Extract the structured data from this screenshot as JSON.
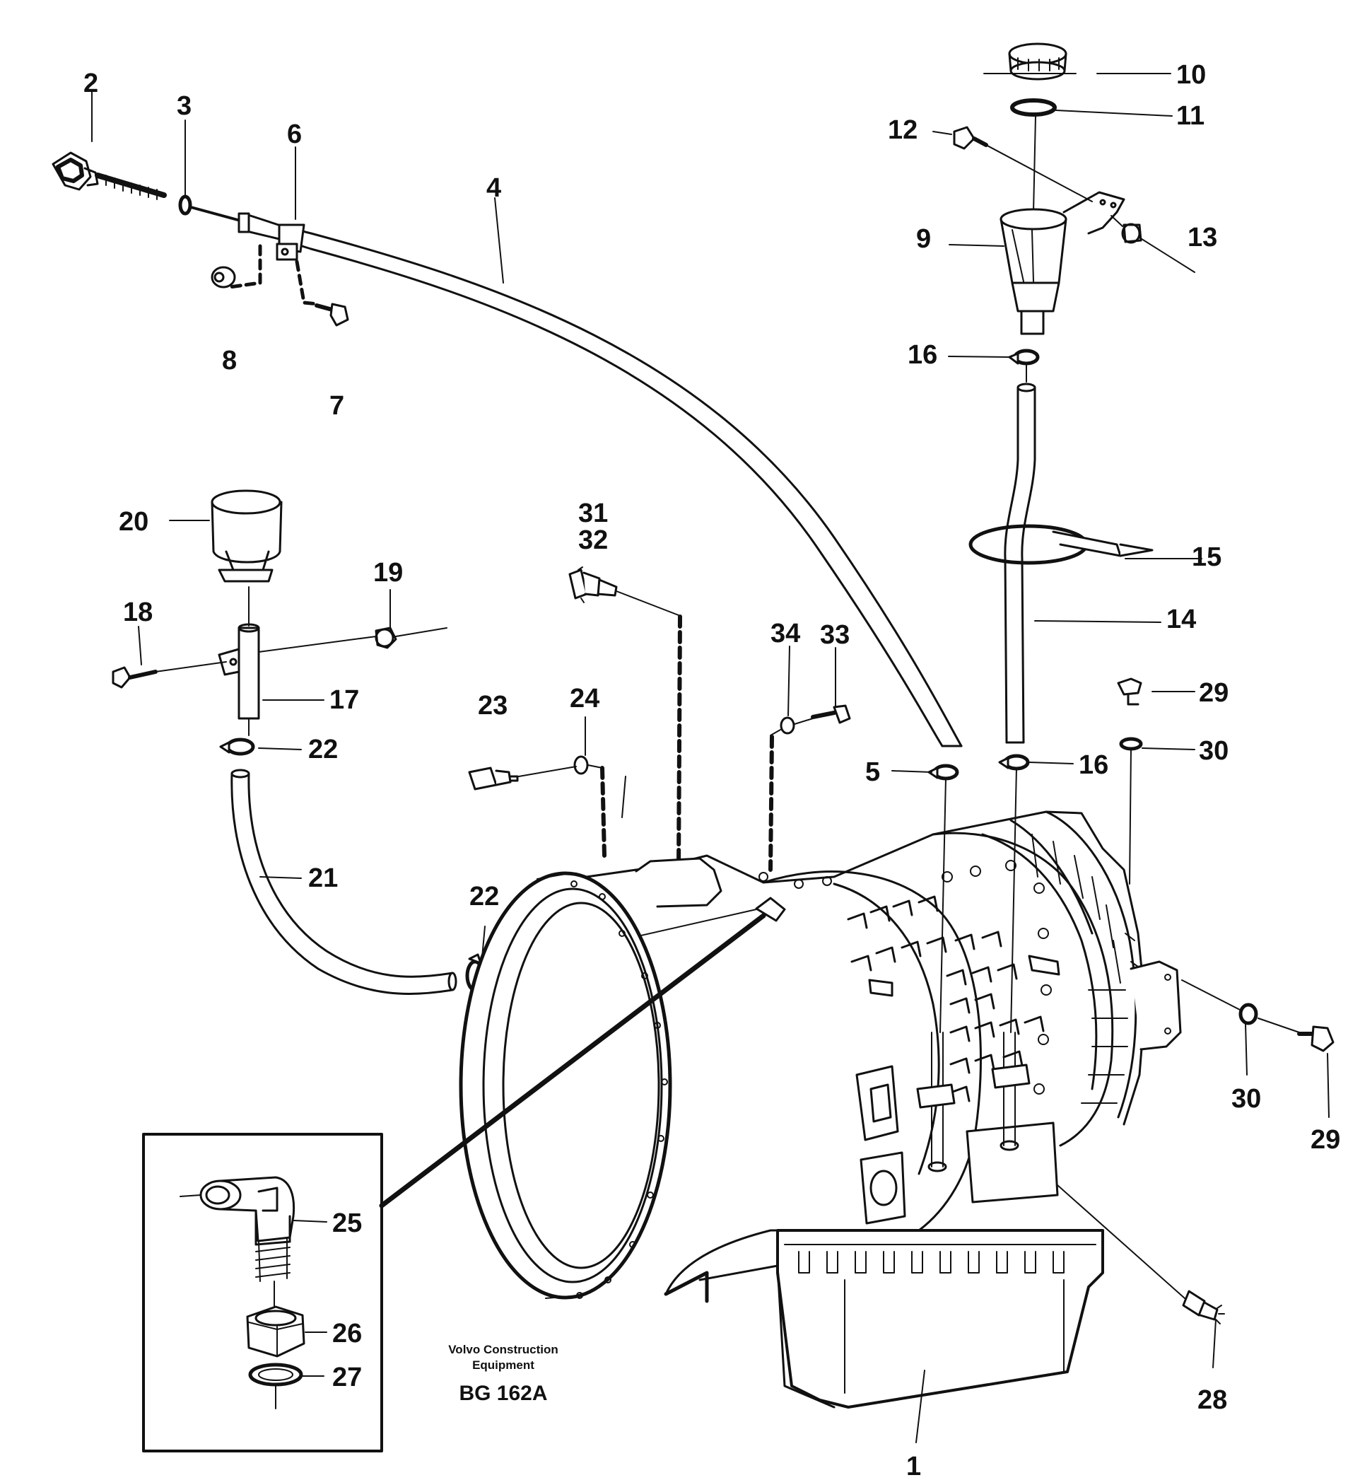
{
  "diagram": {
    "colors": {
      "ink": "#111111",
      "paper": "#ffffff"
    },
    "callouts": [
      {
        "id": "c2",
        "label": "2"
      },
      {
        "id": "c3",
        "label": "3"
      },
      {
        "id": "c6",
        "label": "6"
      },
      {
        "id": "c4",
        "label": "4"
      },
      {
        "id": "c8",
        "label": "8"
      },
      {
        "id": "c7",
        "label": "7"
      },
      {
        "id": "c10",
        "label": "10"
      },
      {
        "id": "c11",
        "label": "11"
      },
      {
        "id": "c12",
        "label": "12"
      },
      {
        "id": "c13",
        "label": "13"
      },
      {
        "id": "c9",
        "label": "9"
      },
      {
        "id": "c16a",
        "label": "16"
      },
      {
        "id": "c15",
        "label": "15"
      },
      {
        "id": "c14",
        "label": "14"
      },
      {
        "id": "c20",
        "label": "20"
      },
      {
        "id": "c19",
        "label": "19"
      },
      {
        "id": "c18",
        "label": "18"
      },
      {
        "id": "c17",
        "label": "17"
      },
      {
        "id": "c22a",
        "label": "22"
      },
      {
        "id": "c21",
        "label": "21"
      },
      {
        "id": "c31",
        "label": "31"
      },
      {
        "id": "c32",
        "label": "32"
      },
      {
        "id": "c34",
        "label": "34"
      },
      {
        "id": "c33",
        "label": "33"
      },
      {
        "id": "c23",
        "label": "23"
      },
      {
        "id": "c24",
        "label": "24"
      },
      {
        "id": "c29a",
        "label": "29"
      },
      {
        "id": "c30a",
        "label": "30"
      },
      {
        "id": "c5",
        "label": "5"
      },
      {
        "id": "c16b",
        "label": "16"
      },
      {
        "id": "c22b",
        "label": "22"
      },
      {
        "id": "c30b",
        "label": "30"
      },
      {
        "id": "c29b",
        "label": "29"
      },
      {
        "id": "c25",
        "label": "25"
      },
      {
        "id": "c26",
        "label": "26"
      },
      {
        "id": "c27",
        "label": "27"
      },
      {
        "id": "c28",
        "label": "28"
      },
      {
        "id": "c1",
        "label": "1"
      }
    ],
    "credit": {
      "line1": "Volvo Construction",
      "line2": "Equipment",
      "code": "BG 162A"
    }
  }
}
